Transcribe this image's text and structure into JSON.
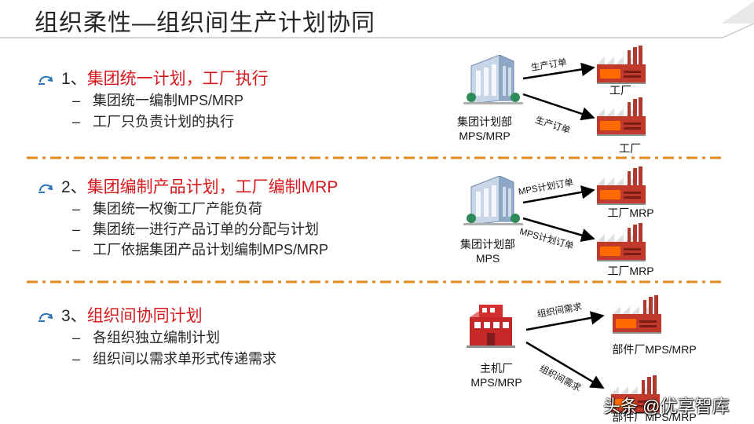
{
  "title": "组织柔性—组织间生产计划协同",
  "sections": [
    {
      "num": "1、",
      "heading": "集团统一计划，工厂执行",
      "items": [
        "集团统一编制MPS/MRP",
        "工厂只负责计划的执行"
      ]
    },
    {
      "num": "2、",
      "heading": "集团编制产品计划，工厂编制MRP",
      "items": [
        "集团统一权衡工厂产能负荷",
        "集团统一进行产品订单的分配与计划",
        "工厂依据集团产品计划编制MPS/MRP"
      ]
    },
    {
      "num": "3、",
      "heading": "组织间协同计划",
      "items": [
        "各组织独立编制计划",
        "组织间以需求单形式传递需求"
      ]
    }
  ],
  "diagrams": [
    {
      "source_line1": "集团计划部",
      "source_line2": "MPS/MRP",
      "arrow_top": "生产订单",
      "arrow_bottom": "生产订单",
      "target_top": "工厂",
      "target_bottom": "工厂"
    },
    {
      "source_line1": "集团计划部",
      "source_line2": "MPS",
      "arrow_top": "MPS计划订单",
      "arrow_bottom": "MPS计划订单",
      "target_top": "工厂MRP",
      "target_bottom": "工厂MRP"
    },
    {
      "source_line1": "主机厂",
      "source_line2": "MPS/MRP",
      "arrow_top": "组织间需求",
      "arrow_bottom": "组织间需求",
      "target_top": "部件厂MPS/MRP",
      "target_bottom": "部件厂MPS/MRP"
    }
  ],
  "watermark": "头条 @优享智库",
  "icons": {
    "bullet": "curved-arrow-icon",
    "source": "office-building-icon",
    "source_alt": "red-factory-building-icon",
    "target": "factory-icon"
  },
  "colors": {
    "accent_red": "#d7191c",
    "divider_orange": "#e28a1c",
    "bullet_blue": "#2e75b6",
    "text": "#262626"
  }
}
